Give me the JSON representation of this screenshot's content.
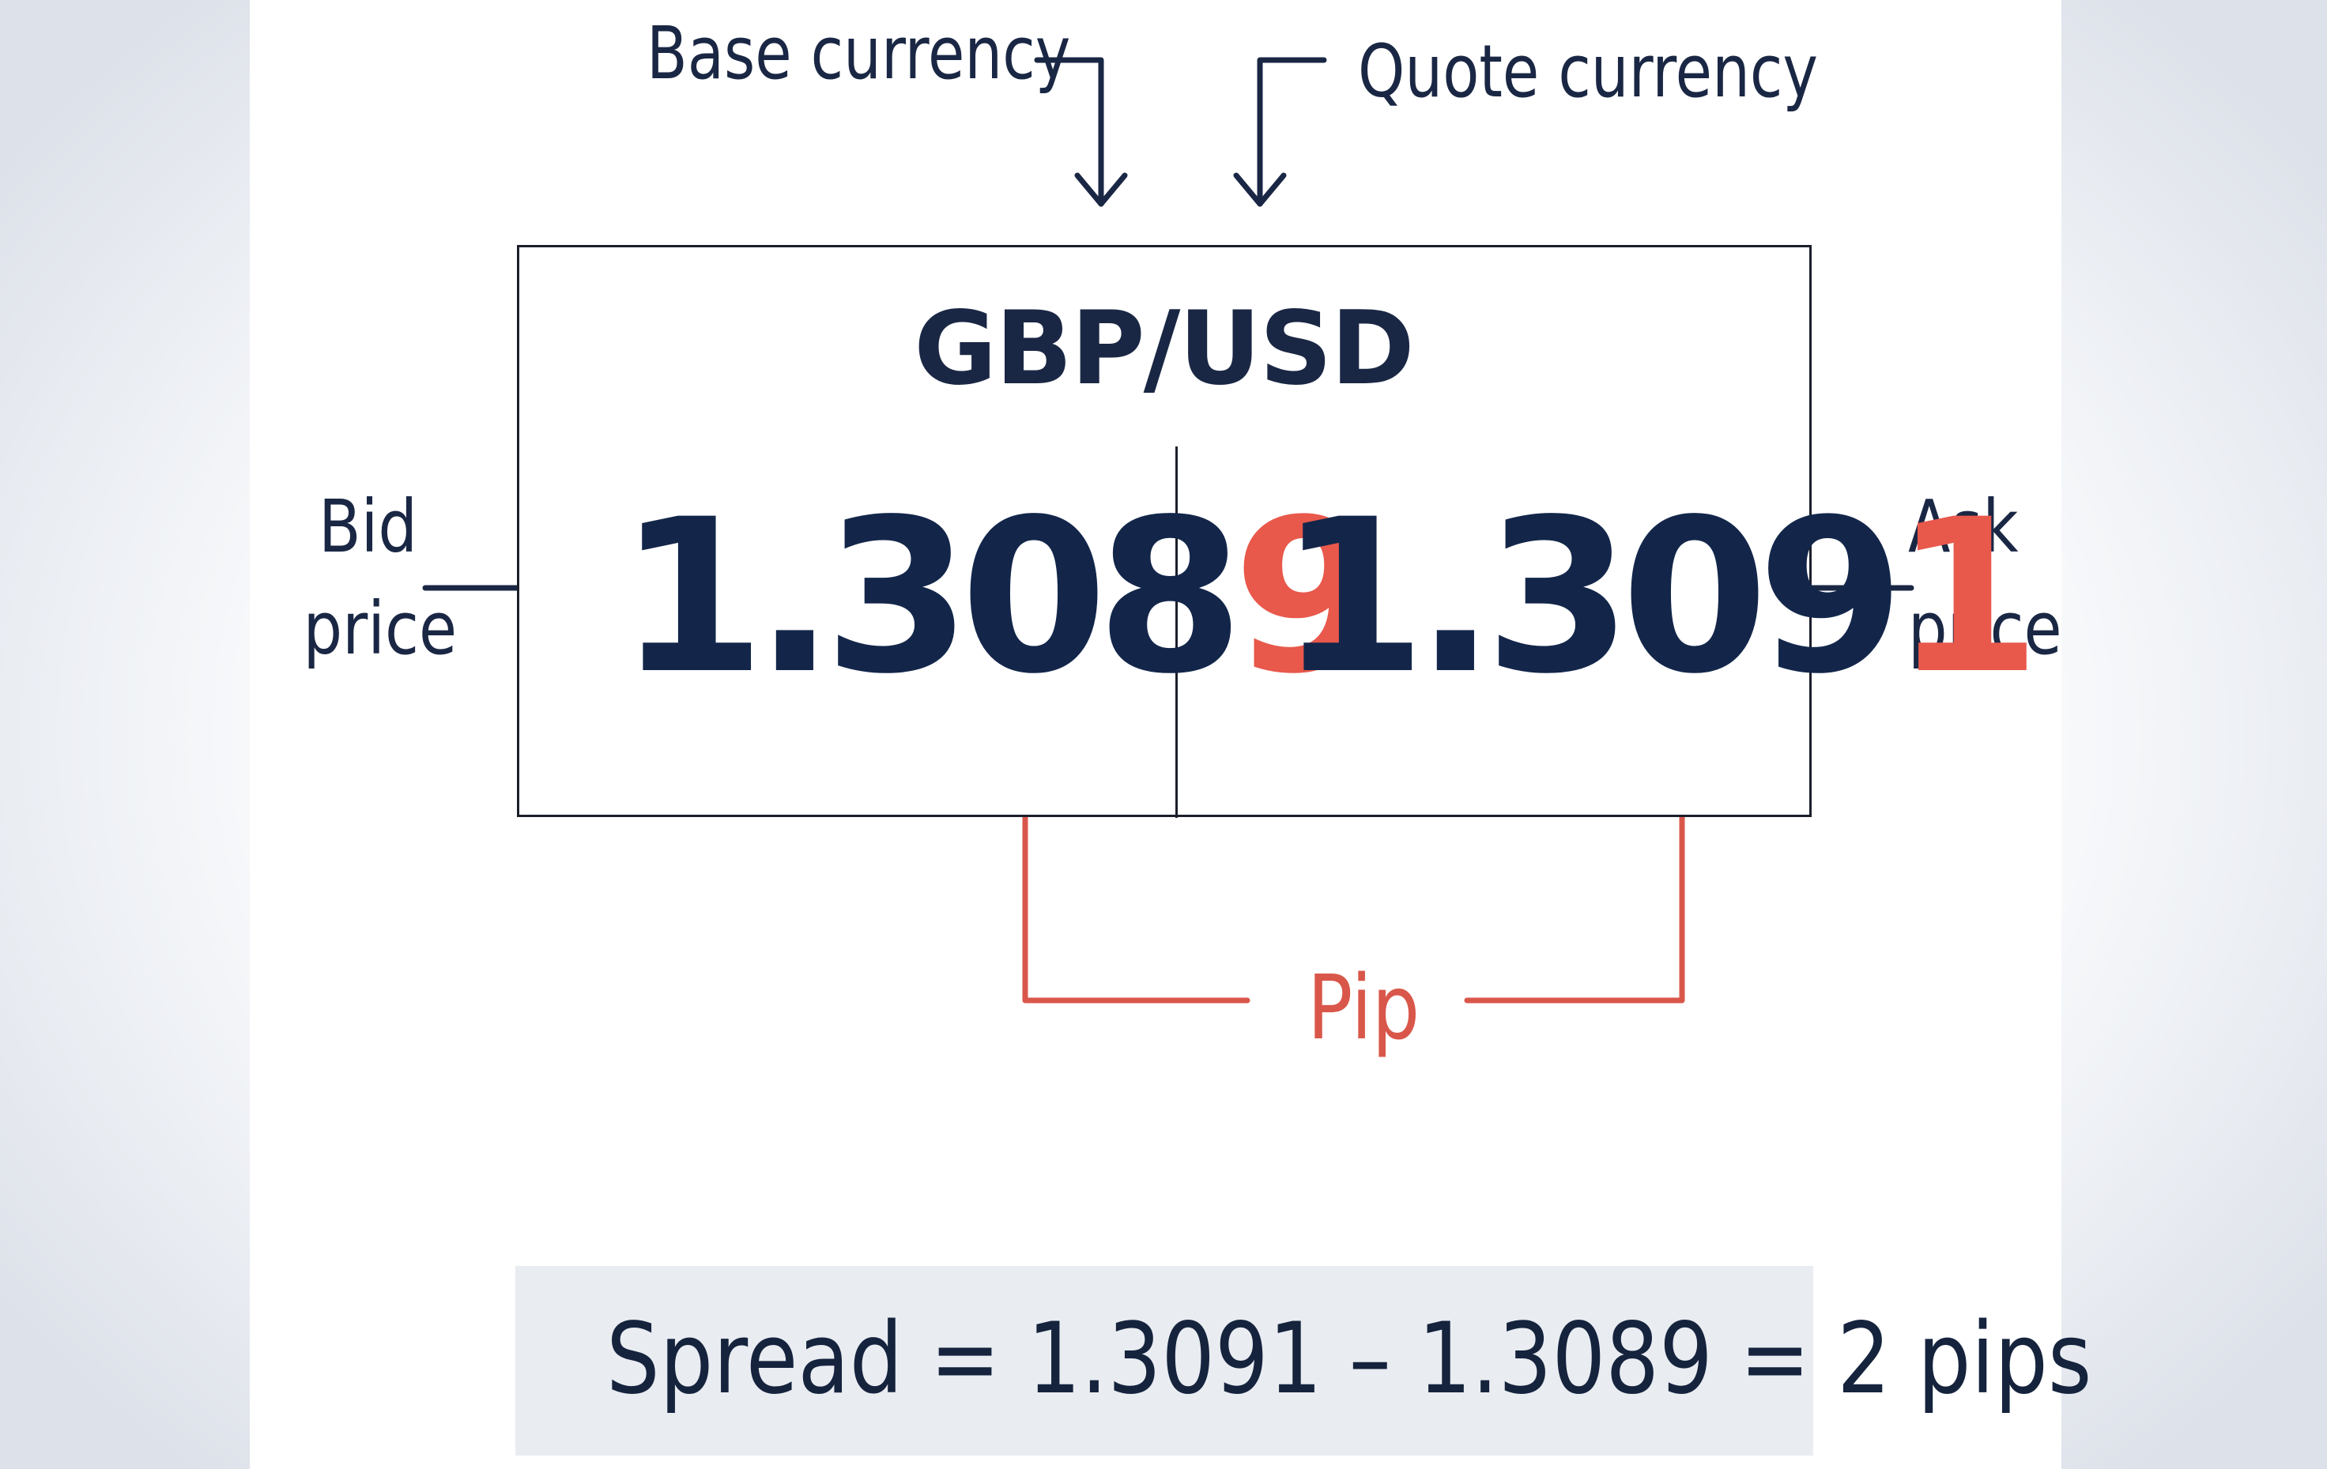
{
  "labels": {
    "base_currency": "Base currency",
    "quote_currency": "Quote currency",
    "bid_line1": "Bid",
    "bid_line2": "price",
    "ask_line1": "Ask",
    "ask_line2": "price",
    "pip": "Pip"
  },
  "quote": {
    "pair": "GBP/USD",
    "bid_main": "1.308",
    "bid_pip": "9",
    "ask_main": "1.309",
    "ask_pip": "1"
  },
  "spread": {
    "text": "Spread = 1.3091 – 1.3089 = 2 pips"
  },
  "colors": {
    "navy": "#13264a",
    "pip_red": "#e8584b",
    "pip_line": "#d9574a",
    "spread_bg": "#e9ecf1"
  }
}
